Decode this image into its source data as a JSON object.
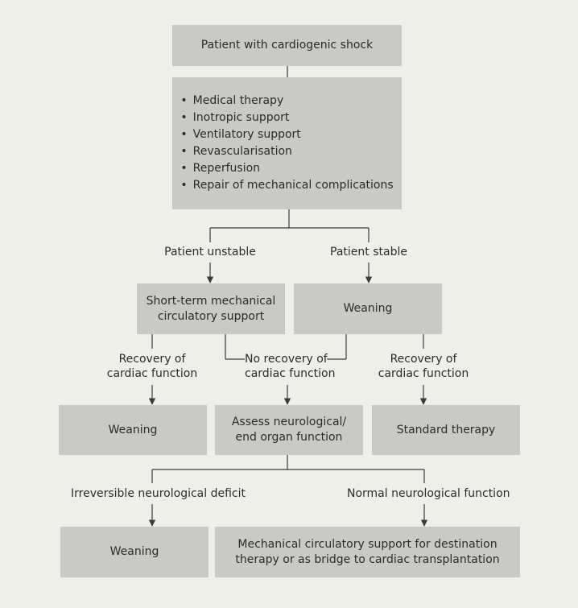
{
  "nodes": {
    "start": "Patient with cardiogenic shock",
    "treatments": [
      "Medical therapy",
      "Inotropic support",
      "Ventilatory support",
      "Revascularisation",
      "Reperfusion",
      "Repair of mechanical complications"
    ],
    "mcs_short_term": [
      "Short-term mechanical",
      "circulatory support"
    ],
    "weaning_stable": "Weaning",
    "weaning_recovery": "Weaning",
    "assess": [
      "Assess neurological/",
      "end organ function"
    ],
    "standard_therapy": "Standard therapy",
    "weaning_irreversible": "Weaning",
    "mcs_destination": [
      "Mechanical circulatory support for destination",
      "therapy or as bridge to cardiac transplantation"
    ]
  },
  "labels": {
    "unstable": "Patient unstable",
    "stable": "Patient stable",
    "recovery_left": [
      "Recovery of",
      "cardiac function"
    ],
    "no_recovery": [
      "No recovery of",
      "cardiac function"
    ],
    "recovery_right": [
      "Recovery of",
      "cardiac function"
    ],
    "irreversible": "Irreversible neurological deficit",
    "normal": "Normal neurological function"
  },
  "colors": {
    "box_fill": "#c9c9c6",
    "background": "#efefea",
    "line": "#3a3a3a"
  }
}
